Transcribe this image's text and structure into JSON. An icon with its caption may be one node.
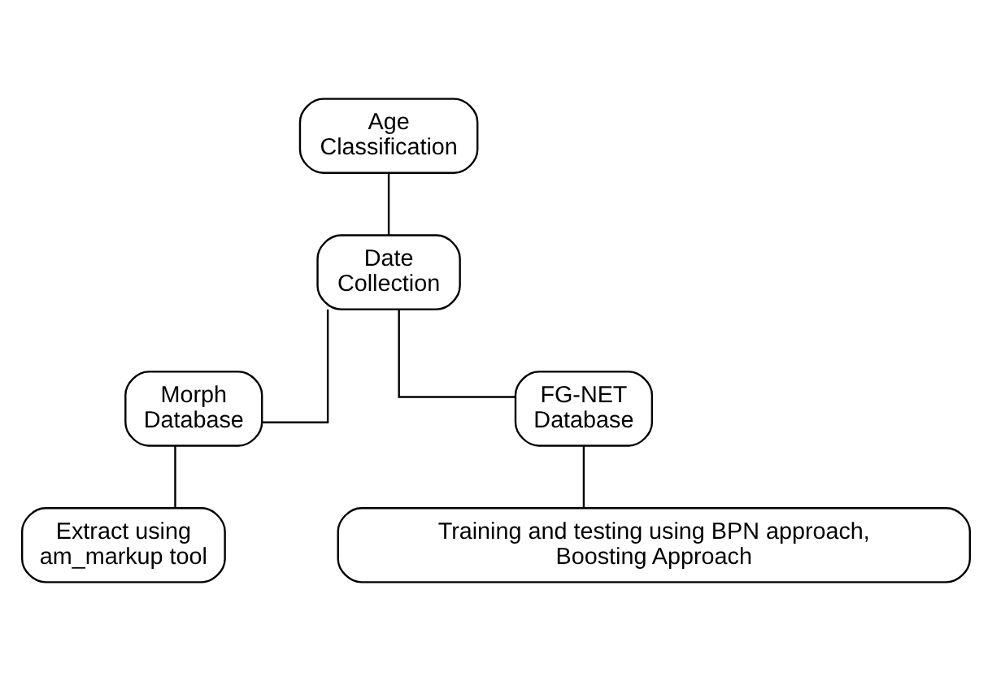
{
  "diagram": {
    "nodes": [
      {
        "text": [
          "Age Classification"
        ]
      },
      {
        "text": [
          "Date Collection"
        ]
      },
      {
        "text": [
          "Morph Database"
        ]
      },
      {
        "text": [
          "FG-NET Database"
        ]
      },
      {
        "text": [
          "Extract using am_markup tool"
        ]
      },
      {
        "text": [
          "Training and testing using BPN approach, Boosting Approach"
        ]
      }
    ],
    "edges": [
      {
        "from": 0,
        "to": 1,
        "arrow": "none"
      },
      {
        "from": 1,
        "to": 2,
        "arrow": "none"
      },
      {
        "from": 1,
        "to": 3,
        "arrow": "none"
      },
      {
        "from": 2,
        "to": 4,
        "arrow": "none"
      },
      {
        "from": 3,
        "to": 5,
        "arrow": "none"
      }
    ]
  }
}
